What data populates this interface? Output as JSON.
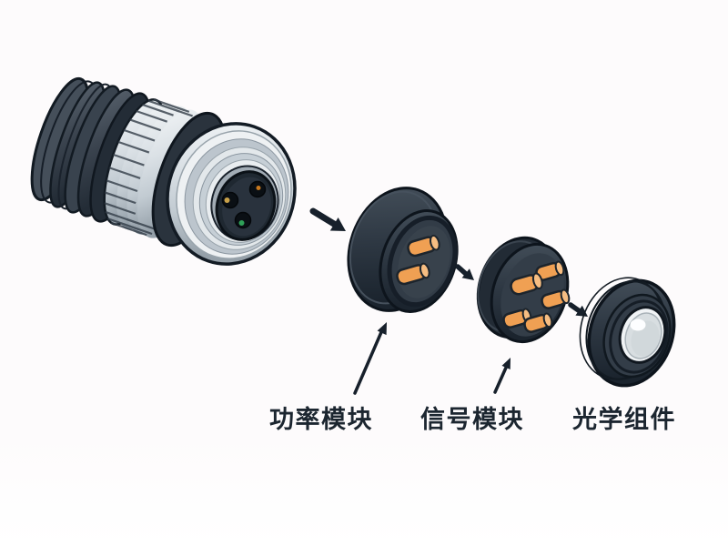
{
  "labels": {
    "power_module": "功率模块",
    "signal_module": "信号模块",
    "optical_component": "光学组件"
  },
  "components": {
    "connector": {
      "contact_holes": 3,
      "indicator_dot_colors": [
        "#c9a14a",
        "#c8791f",
        "#2fa058"
      ]
    },
    "power_module": {
      "pins": 2
    },
    "signal_module": {
      "pins": 5
    }
  },
  "colors": {
    "background": "#fdfbfc",
    "outline": "#10171f",
    "housing_dark": "#2b3540",
    "metal_silver": "#d7dee3",
    "pin_orange": "#f0a053",
    "pin_cap": "#f6bd82",
    "pin_outline": "#1c242c",
    "arrow": "#17202b",
    "label_text": "#1c2630",
    "lens_white": "#f0f3f5",
    "indicator_gold": "#c9a14a",
    "indicator_orange": "#c8791f",
    "indicator_green": "#2fa058"
  }
}
